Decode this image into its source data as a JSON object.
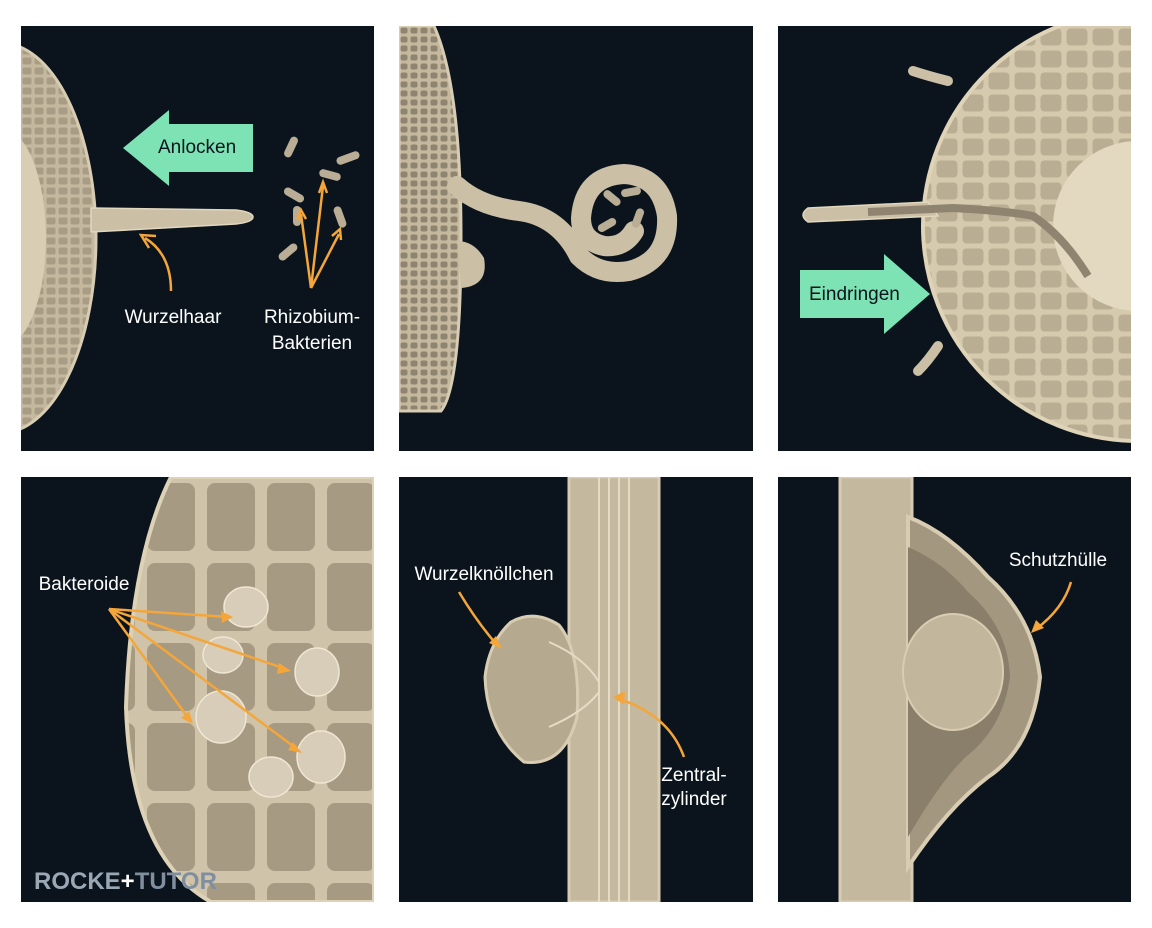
{
  "colors": {
    "background": "#0b141d",
    "tissue": "#cbbfa6",
    "tissue_dark": "#9a8e77",
    "pointer": "#f4a63a",
    "big_arrow": "#7ee3b4"
  },
  "panels": [
    {
      "id": "attraction",
      "arrow_label": "Anlocken",
      "labels": {
        "root_hair": "Wurzelhaar",
        "bacteria_line1": "Rhizobium-",
        "bacteria_line2": "Bakterien"
      }
    },
    {
      "id": "curling"
    },
    {
      "id": "invasion",
      "arrow_label": "Eindringen"
    },
    {
      "id": "bacteroids",
      "labels": {
        "bacteroids": "Bakteroide"
      }
    },
    {
      "id": "nodule",
      "labels": {
        "nodule": "Wurzelknöllchen",
        "stele_line1": "Zentral-",
        "stele_line2": "zylinder"
      }
    },
    {
      "id": "sheath",
      "labels": {
        "sheath": "Schutzhülle"
      }
    }
  ],
  "logo": {
    "part1": "ROCKE",
    "part2": "+",
    "part3": "TUTOR"
  }
}
